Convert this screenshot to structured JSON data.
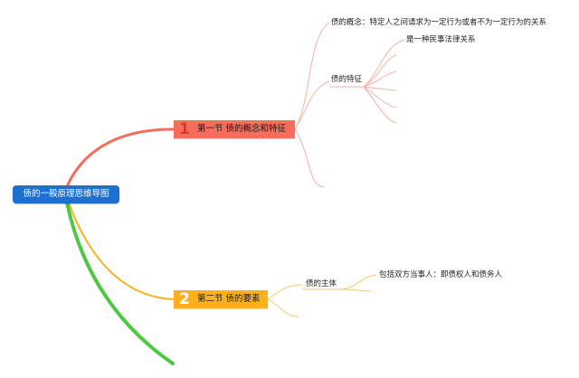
{
  "root": {
    "label": "债的一般原理思维导图",
    "color": "#1f6fd1"
  },
  "branches": [
    {
      "number": "1",
      "label": "第一节 债的概念和特征",
      "color": "#f66d5c",
      "children": [
        {
          "label": "债的概念：特定人之间请求为一定行为或者不为一定行为的关系"
        },
        {
          "label": "债的特征",
          "children": [
            {
              "label": "是一种民事法律关系"
            }
          ]
        }
      ]
    },
    {
      "number": "2",
      "label": "第二节 债的要素",
      "color": "#f9b21e",
      "children": [
        {
          "label": "债的主体",
          "children": [
            {
              "label": "包括双方当事人：即债权人和债务人"
            }
          ]
        }
      ]
    }
  ],
  "connector_colors": {
    "branch1": "#f66d5c",
    "branch2": "#f9b21e",
    "branch3": "#4ec742",
    "leaf1": "#f2b0a8",
    "leaf2": "#f6c76a"
  }
}
